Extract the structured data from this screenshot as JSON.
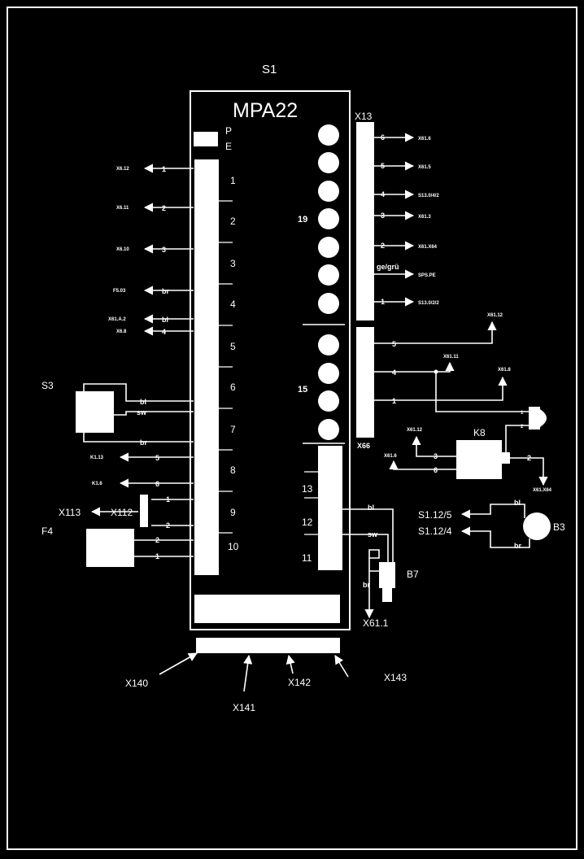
{
  "labels": {
    "s1": "S1",
    "mpa22": "MPA22",
    "p": "P",
    "e": "E",
    "x13": "X13",
    "x66": "X66",
    "s3": "S3",
    "f4": "F4",
    "k8": "K8",
    "b3": "B3",
    "b7": "B7",
    "x113": "X113",
    "x112": "X112",
    "x140": "X140",
    "x141": "X141",
    "x142": "X142",
    "x143": "X143",
    "x61_1": "X61.1",
    "ge_gn": "ge/grü",
    "s1_12_5": "S1.12/5",
    "s1_12_4": "S1.12/4",
    "group_19": "19",
    "group_15": "15"
  },
  "left_strip_numbers": [
    "1",
    "2",
    "3",
    "4",
    "5",
    "6",
    "7",
    "8",
    "9",
    "10"
  ],
  "right_strip_numbers": [
    "13",
    "12",
    "11"
  ],
  "left_wires": [
    {
      "pin": "1",
      "target": "X6.12"
    },
    {
      "pin": "2",
      "target": "X6.11"
    },
    {
      "pin": "3",
      "target": "X6.10"
    },
    {
      "pin": "br",
      "target": "F5.03"
    },
    {
      "pin": "bl",
      "target": "X61.A.2"
    },
    {
      "pin": "4",
      "target": "X6.8"
    }
  ],
  "s3_wires": [
    "bl",
    "sw",
    "br"
  ],
  "k_wires": [
    {
      "pin": "5",
      "target": "K1.13"
    },
    {
      "pin": "6",
      "target": "K1.6"
    }
  ],
  "x112_pins": [
    "1",
    "2"
  ],
  "f4_pins": [
    "2",
    "1"
  ],
  "x13_pins": [
    {
      "pin": "6",
      "target": "X61.6"
    },
    {
      "pin": "5",
      "target": "X61.5"
    },
    {
      "pin": "4",
      "target": "S13.0/4/2"
    },
    {
      "pin": "3",
      "target": "X61.3"
    },
    {
      "pin": "2",
      "target": "X61.X64"
    },
    {
      "pin": "",
      "target": "SPS.PE"
    },
    {
      "pin": "1",
      "target": "S13.0/2/2"
    }
  ],
  "x66_pins": [
    {
      "pin": "5",
      "target": "X61.12"
    },
    {
      "pin": "4",
      "target": "X61.11"
    },
    {
      "pin": "1",
      "target": "X61.8"
    }
  ],
  "plug_pins": [
    "1",
    "2"
  ],
  "k8_wires": [
    {
      "pin": "3",
      "target": "X61.12"
    },
    {
      "pin": "6",
      "target": "X61.6"
    },
    {
      "pin": "2",
      "target": "X61.X64"
    }
  ],
  "strip12_wires": [
    "bl",
    "sw"
  ],
  "b3_wires": [
    "bl",
    "br"
  ],
  "b7_wire": "br"
}
